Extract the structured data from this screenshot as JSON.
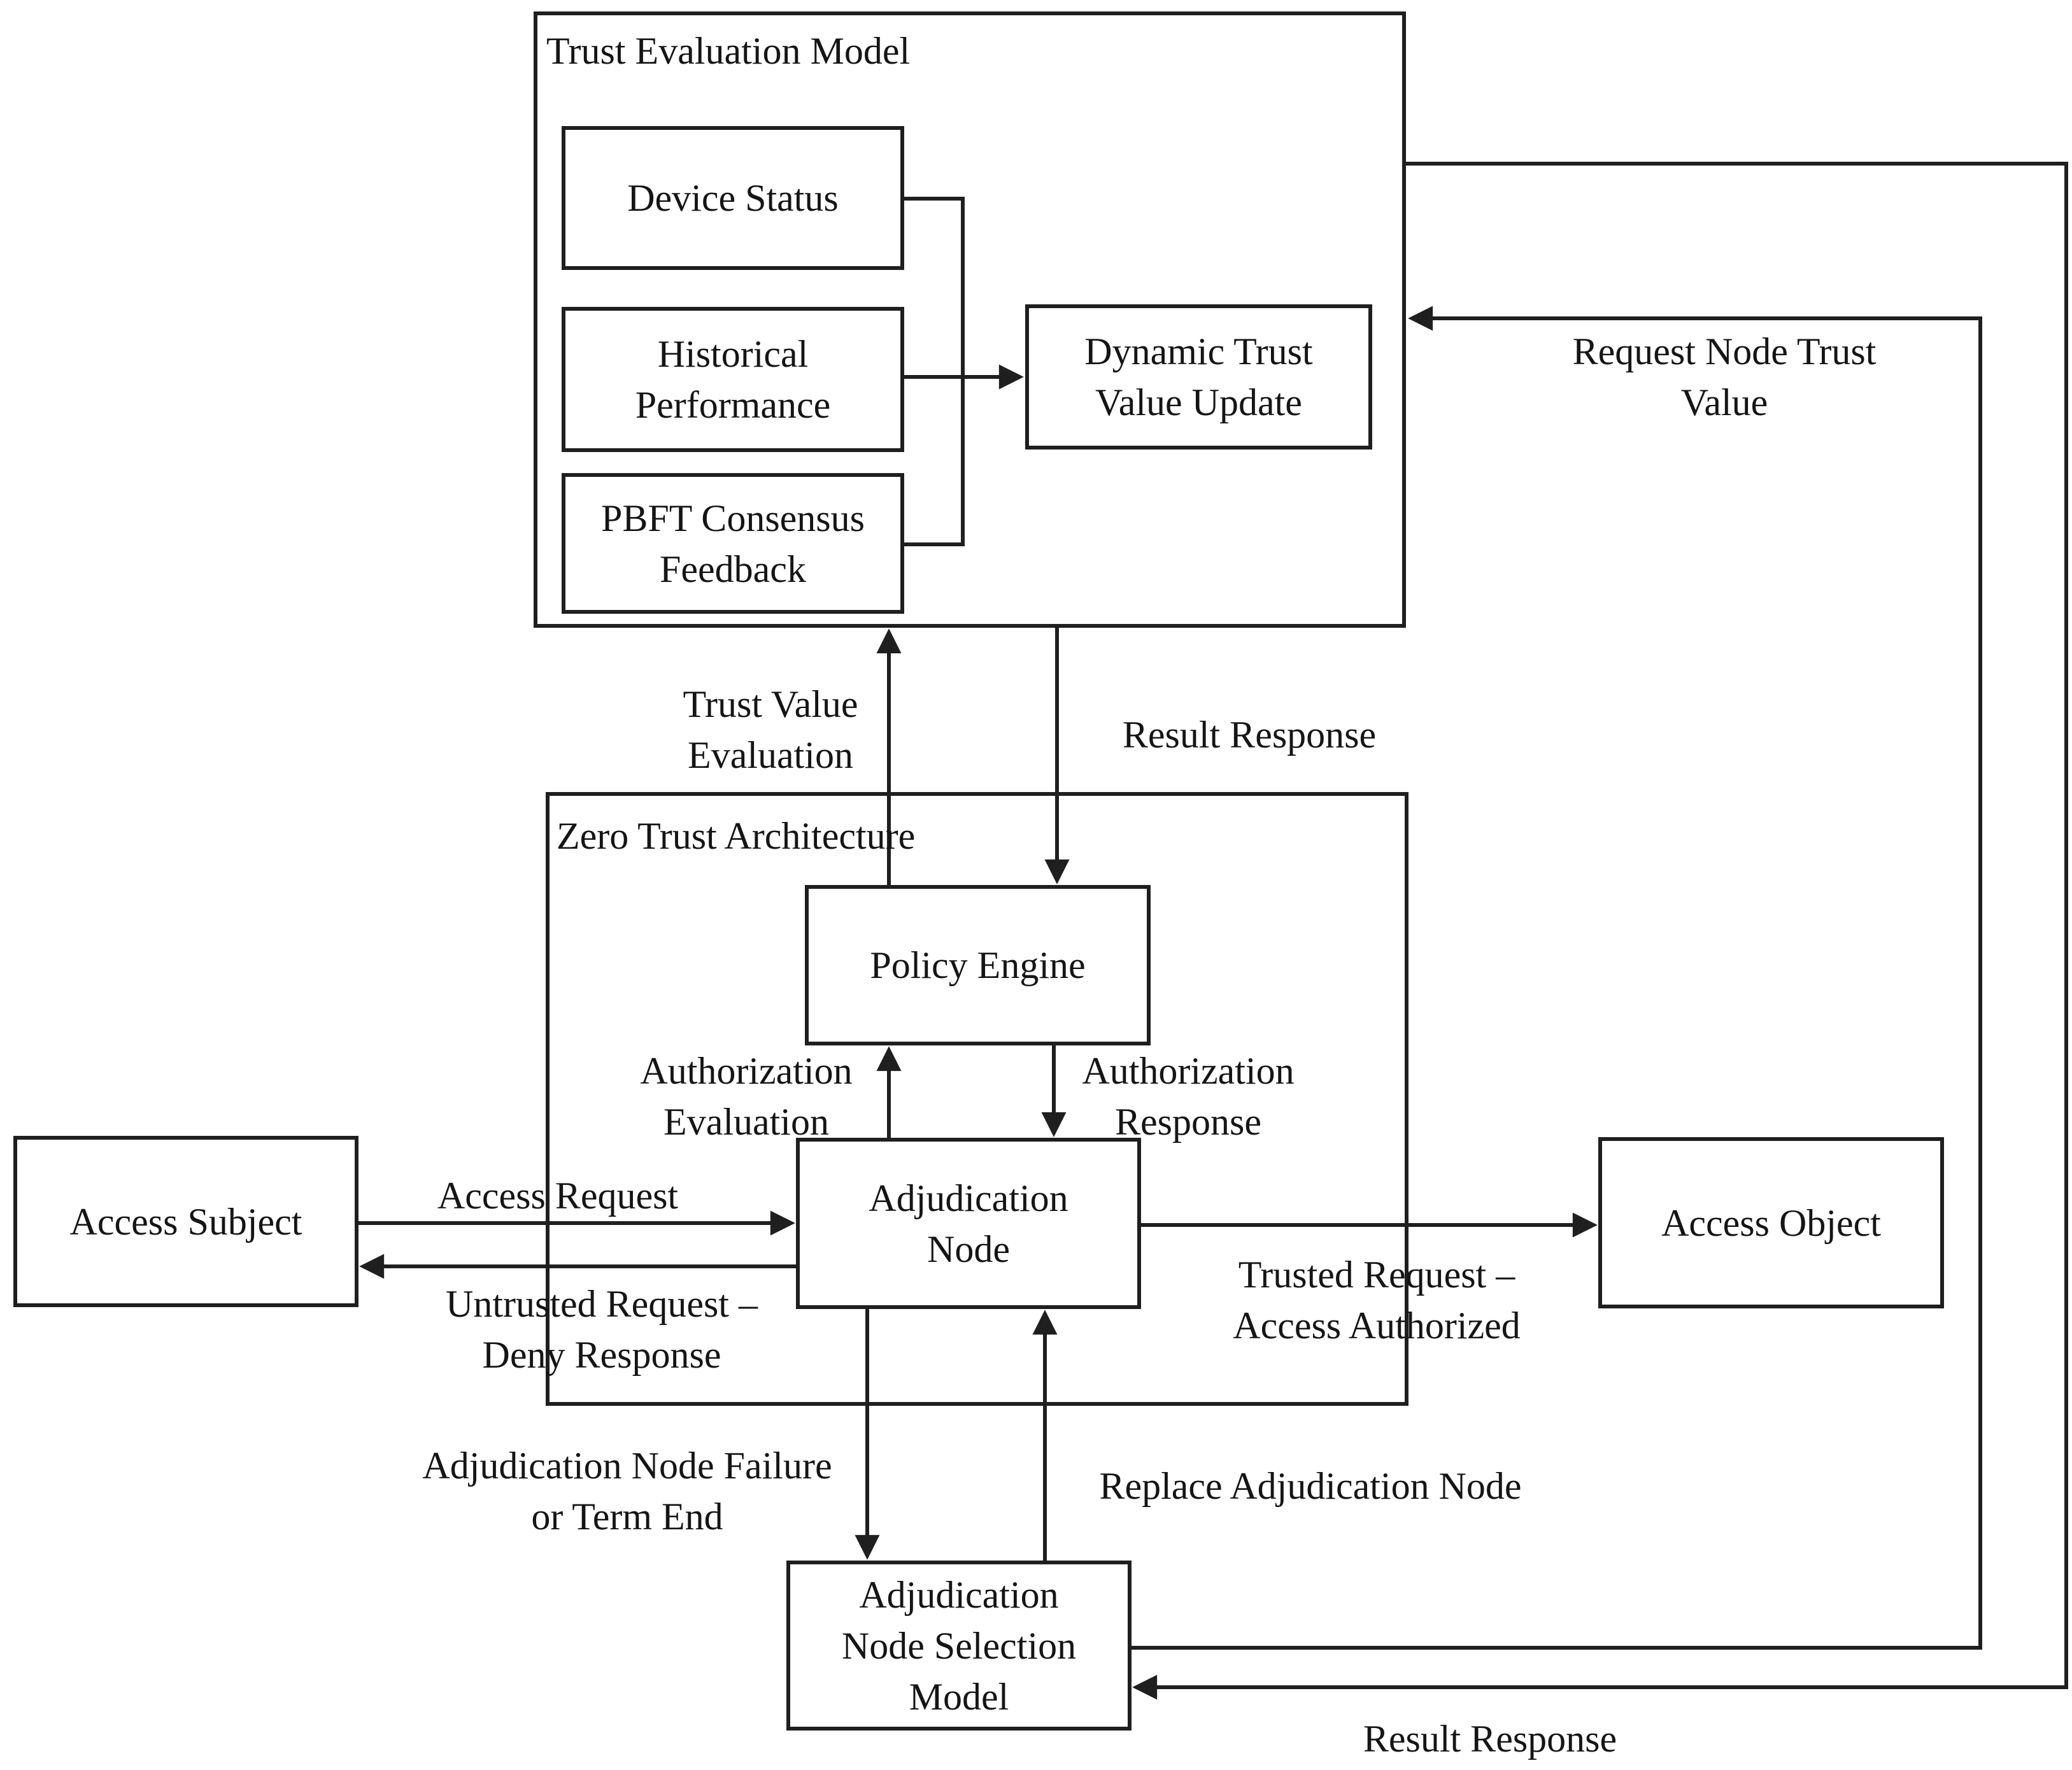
{
  "diagram": {
    "background": "#ffffff",
    "stroke_color": "#1f1f1f",
    "text_color": "#151515",
    "containers": {
      "trust_evaluation_model": {
        "title": "Trust Evaluation Model"
      },
      "zero_trust_architecture": {
        "title": "Zero Trust Architecture"
      }
    },
    "nodes": {
      "device_status": {
        "label": "Device Status"
      },
      "historical_performance": {
        "label": "Historical\nPerformance"
      },
      "pbft_consensus_feedback": {
        "label": "PBFT Consensus\nFeedback"
      },
      "dynamic_trust_value_update": {
        "label": "Dynamic Trust\nValue Update"
      },
      "policy_engine": {
        "label": "Policy Engine"
      },
      "adjudication_node": {
        "label": "Adjudication\nNode"
      },
      "access_subject": {
        "label": "Access Subject"
      },
      "access_object": {
        "label": "Access Object"
      },
      "adjudication_node_selection_model": {
        "label": "Adjudication\nNode Selection\nModel"
      }
    },
    "edge_labels": {
      "trust_value_evaluation": "Trust Value\nEvaluation",
      "result_response_top": "Result Response",
      "request_node_trust_value": "Request Node Trust Value",
      "authorization_evaluation": "Authorization\nEvaluation",
      "authorization_response": "Authorization\nResponse",
      "access_request": "Access Request",
      "untrusted_request": "Untrusted Request –\nDeny Response",
      "trusted_request": "Trusted Request –\nAccess Authorized",
      "node_failure": "Adjudication Node Failure\nor Term End",
      "replace_node": "Replace Adjudication Node",
      "result_response_bottom": "Result Response"
    }
  }
}
